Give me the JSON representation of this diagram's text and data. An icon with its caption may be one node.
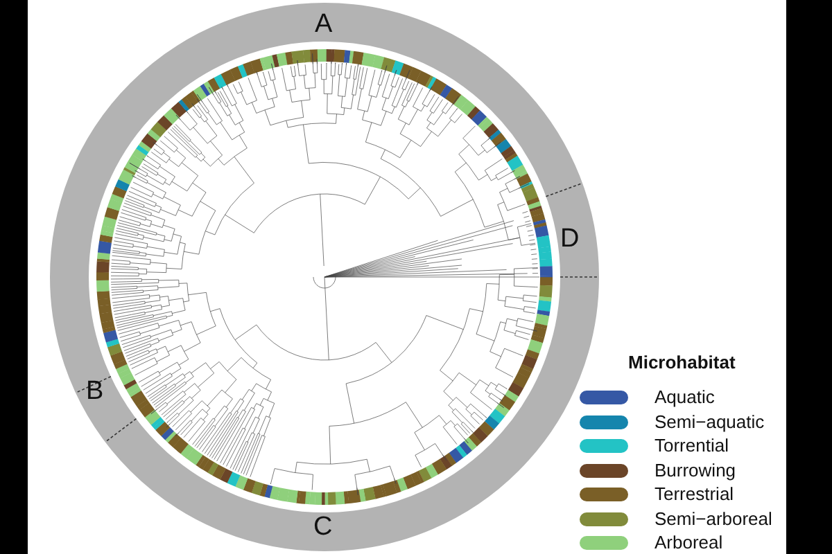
{
  "diagram": {
    "labels": [
      "A",
      "D",
      "B",
      "C"
    ],
    "legend": [
      {
        "text": "Aquatic",
        "color": "#3558a5"
      },
      {
        "text": "Semi−aquatic",
        "color": "#1585ad"
      },
      {
        "text": "Torrential",
        "color": "#23c3c5"
      },
      {
        "text": "Burrowing",
        "color": "#6b4528"
      },
      {
        "text": "Terrestrial",
        "color": "#7a5f27"
      },
      {
        "text": "Semi−arboreal",
        "color": "#818b3b"
      },
      {
        "text": "Arboreal",
        "color": "#8fd07c"
      }
    ],
    "title": "Microhabitat"
  }
}
